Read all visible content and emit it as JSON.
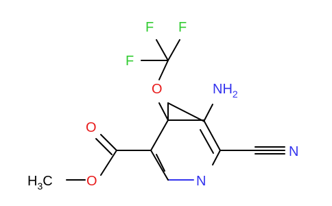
{
  "molecule": {
    "atom_labels": {
      "f_top_left": "F",
      "f_top_right": "F",
      "f_left": "F",
      "o_ether": "O",
      "n_amino": "NH",
      "n_amino_sub": "2",
      "n_nitrile": "N",
      "n_ring": "N",
      "o_carbonyl": "O",
      "o_ester": "O",
      "methyl_h": "H",
      "methyl_sub": "3",
      "methyl_c": "C"
    },
    "colors": {
      "carbon_bond": "#000000",
      "nitrogen": "#3333ee",
      "oxygen": "#e81c1c",
      "fluorine": "#33cc33",
      "hydrogen_text": "#000000"
    }
  }
}
